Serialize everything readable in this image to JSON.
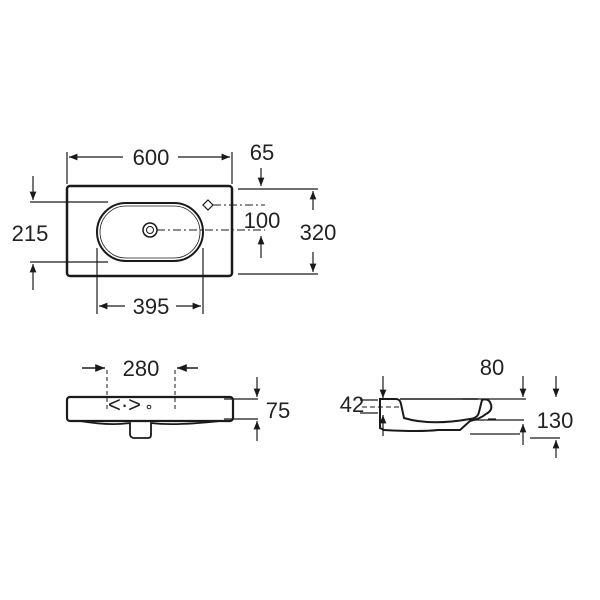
{
  "top_view": {
    "width": "600",
    "tap_offset": "65",
    "bowl_depth": "215",
    "tap_to_drain": "100",
    "depth": "320",
    "bowl_width": "395"
  },
  "front_view": {
    "hole_spacing": "280",
    "height": "75"
  },
  "side_view": {
    "rim": "42",
    "overhang": "80",
    "total_height": "130"
  },
  "colors": {
    "line": "#1a1a1a",
    "background": "#ffffff"
  }
}
